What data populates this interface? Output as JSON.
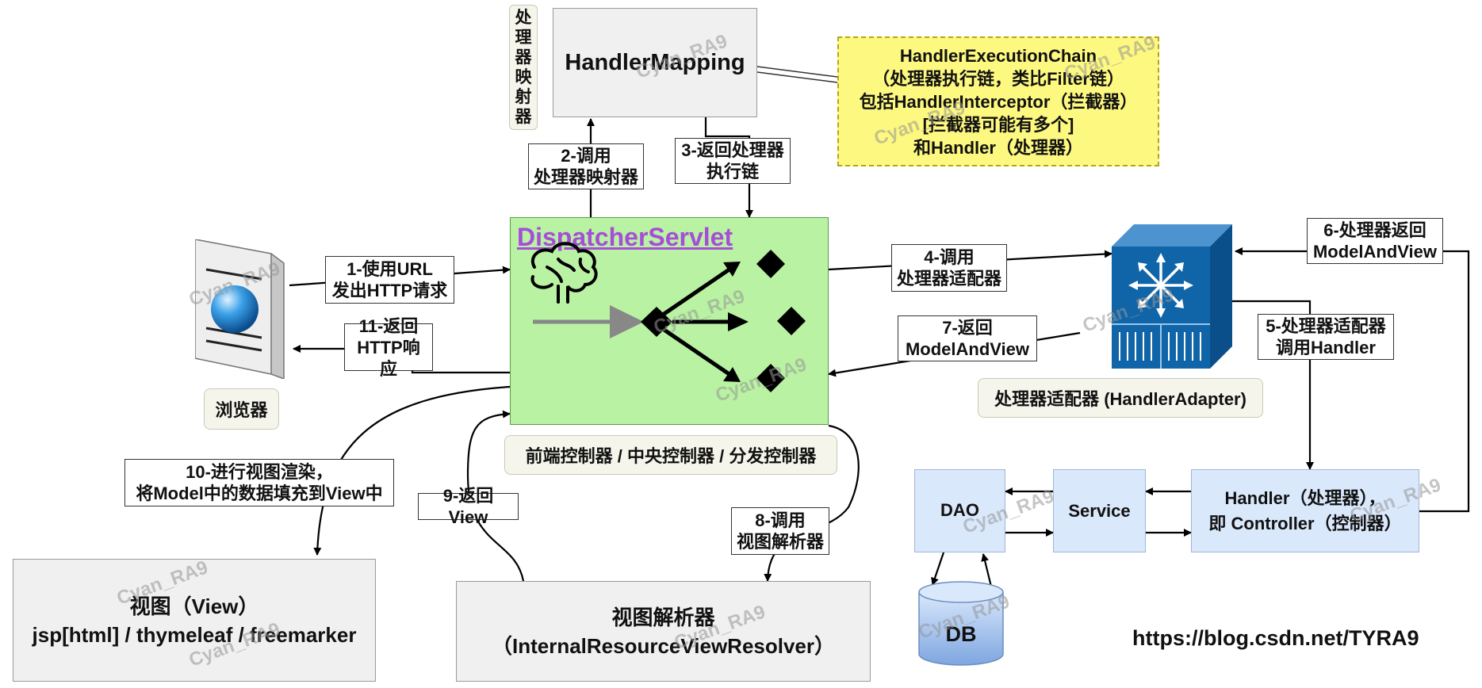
{
  "handler_mapping": {
    "vertical_label": [
      "处",
      "理",
      "器",
      "映",
      "射",
      "器"
    ],
    "title": "HandlerMapping"
  },
  "handler_chain": {
    "lines": [
      "HandlerExecutionChain",
      "（处理器执行链，类比Filter链）",
      "包括HandlerInterceptor（拦截器）",
      "[拦截器可能有多个]",
      "和Handler（处理器）"
    ]
  },
  "dispatcher": {
    "title": "DispatcherServlet",
    "caption": "前端控制器 / 中央控制器 / 分发控制器"
  },
  "browser": {
    "caption": "浏览器"
  },
  "adapter": {
    "caption": "处理器适配器 (HandlerAdapter)"
  },
  "handler": {
    "line1": "Handler（处理器），",
    "line2": "即 Controller（控制器）"
  },
  "service": {
    "title": "Service"
  },
  "dao": {
    "title": "DAO"
  },
  "db": {
    "title": "DB"
  },
  "view": {
    "line1": "视图（View）",
    "line2": "jsp[html] / thymeleaf / freemarker"
  },
  "resolver": {
    "line1": "视图解析器",
    "line2": "（InternalResourceViewResolver）"
  },
  "steps": {
    "s1": [
      "1-使用URL",
      "发出HTTP请求"
    ],
    "s2": [
      "2-调用",
      "处理器映射器"
    ],
    "s3": [
      "3-返回处理器",
      "执行链"
    ],
    "s4": [
      "4-调用",
      "处理器适配器"
    ],
    "s5": [
      "5-处理器适配器",
      "调用Handler"
    ],
    "s6": [
      "6-处理器返回",
      "ModelAndView"
    ],
    "s7": [
      "7-返回",
      "ModelAndView"
    ],
    "s8": [
      "8-调用",
      "视图解析器"
    ],
    "s9": [
      "9-返回View"
    ],
    "s10": [
      "10-进行视图渲染，",
      "将Model中的数据填充到View中"
    ],
    "s11": [
      "11-返回",
      "HTTP响应"
    ]
  },
  "footer_url": "https://blog.csdn.net/TYRA9",
  "watermark": "Cyan_RA9",
  "colors": {
    "dispatcher_fill": "#b9f2a3",
    "dispatcher_title": "#a64dd9",
    "chain_fill": "#fdf87f",
    "blue_fill": "#dae8fc",
    "switch_blue": "#0f65a8"
  }
}
